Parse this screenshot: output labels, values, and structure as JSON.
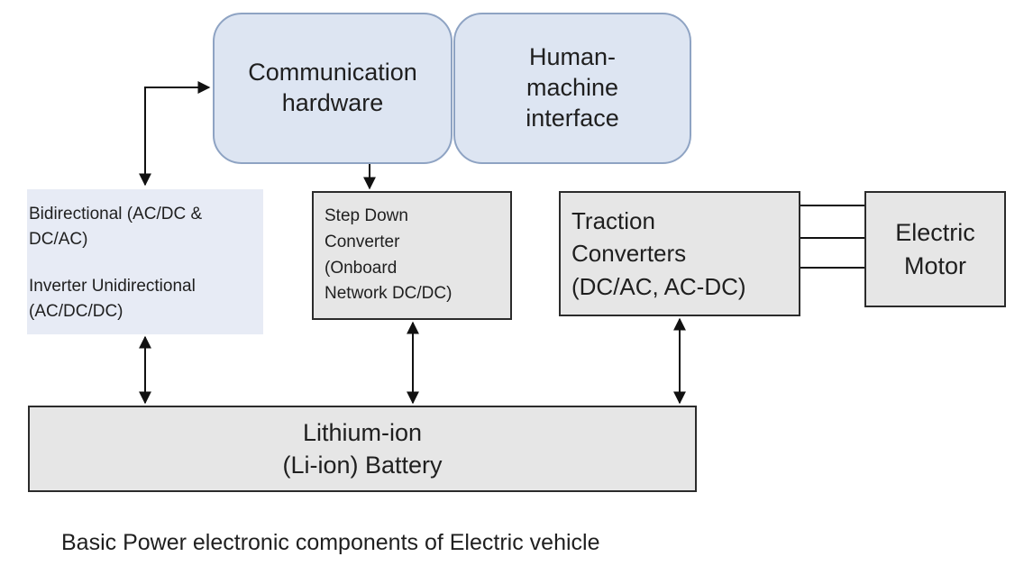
{
  "blocks": {
    "communication_hardware": [
      "Communication",
      "hardware"
    ],
    "human_machine_interface": [
      "Human-",
      "machine",
      "interface"
    ],
    "bidirectional": [
      "Bidirectional (AC/DC &",
      "DC/AC)"
    ],
    "inverter_unidirectional": [
      "Inverter Unidirectional",
      "(AC/DC/DC)"
    ],
    "step_down_converter": [
      "Step Down",
      "Converter",
      "(Onboard",
      "Network DC/DC)"
    ],
    "traction_converters": [
      "Traction",
      "Converters",
      "(DC/AC, AC-DC)"
    ],
    "electric_motor": [
      "Electric",
      "Motor"
    ],
    "battery": [
      "Lithium-ion",
      "(Li-ion) Battery"
    ]
  },
  "caption": "Basic Power electronic components of Electric vehicle",
  "colors": {
    "rounded_fill": "#dde5f2",
    "rounded_border": "#8ea3c3",
    "box_fill": "#e6e6e6",
    "box_border": "#2b2b2b",
    "pale_fill": "#e7ebf5",
    "connector": "#111111"
  }
}
